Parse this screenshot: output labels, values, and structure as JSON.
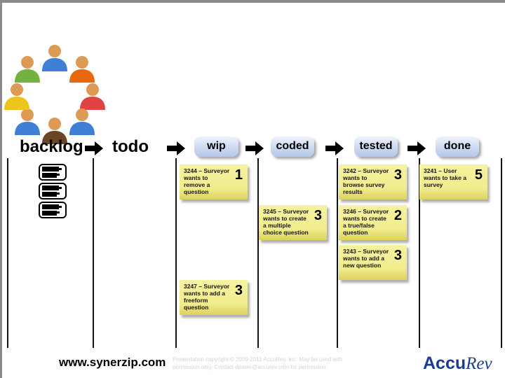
{
  "team_icon": {
    "description": "circle-of-people-icon",
    "people": [
      {
        "position": "top",
        "color": "#3f7fd6"
      },
      {
        "position": "top-right",
        "color": "#e8680f"
      },
      {
        "position": "right",
        "color": "#e04343"
      },
      {
        "position": "bottom-right",
        "color": "#3f7fd6"
      },
      {
        "position": "bottom",
        "color": "#6a4526"
      },
      {
        "position": "bottom-left",
        "color": "#3f7fd6"
      },
      {
        "position": "left",
        "color": "#ecc51d"
      },
      {
        "position": "top-left",
        "color": "#74b13f"
      }
    ],
    "head_color": "#dd9a55"
  },
  "board": {
    "columns": [
      {
        "label": "backlog",
        "style": "plain"
      },
      {
        "label": "todo",
        "style": "plain"
      },
      {
        "label": "wip",
        "style": "button"
      },
      {
        "label": "coded",
        "style": "button"
      },
      {
        "label": "tested",
        "style": "button"
      },
      {
        "label": "done",
        "style": "button"
      }
    ],
    "backlog_stack_count": 3,
    "cards": [
      {
        "text": "3241 – User wants to take a survey",
        "points": "5",
        "column": "done",
        "row": 1
      },
      {
        "text": "3242 – Surveyor wants to browse survey results",
        "points": "3",
        "column": "tested",
        "row": 1
      },
      {
        "text": "3243 – Surveyor wants to add a new question",
        "points": "3",
        "column": "tested",
        "row": 3
      },
      {
        "text": "3244 – Surveyor wants to remove a question",
        "points": "1",
        "column": "wip",
        "row": 1
      },
      {
        "text": "3245 – Surveyor wants to create a multiple choice question",
        "points": "3",
        "column": "coded",
        "row": 2
      },
      {
        "text": "3246 – Surveyor wants to create a true/false question",
        "points": "2",
        "column": "tested",
        "row": 2
      },
      {
        "text": "3247 – Surveyor wants to add a freeform question",
        "points": "3",
        "column": "wip",
        "row": 4
      }
    ],
    "note_color": "#f1ec8d",
    "button_color": "#c3d3f0"
  },
  "footer": {
    "site": "www.synerzip.com",
    "copyright_line1": "Presentation copyright © 2009-2011 AccuRev, Inc. May be used with",
    "copyright_line2": "permission only. Contact dpoole@accurev.com for permission.",
    "logo_accu": "Accu",
    "logo_rev": "Rev",
    "logo_color": "#1b3d8f"
  }
}
